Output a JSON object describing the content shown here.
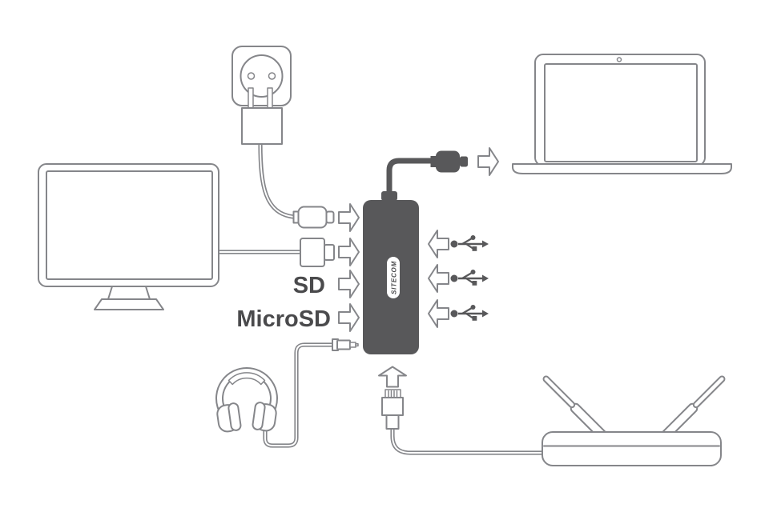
{
  "diagram": {
    "labels": {
      "sd": "SD",
      "microsd": "MicroSD",
      "brand": "SITECOM"
    },
    "colors": {
      "background": "#ffffff",
      "outline": "#85868a",
      "dark_fill": "#58585a",
      "label_text": "#4a4a4c"
    },
    "icons": [
      "monitor-icon",
      "wall-socket-icon",
      "power-adapter-icon",
      "laptop-icon",
      "usb-hub-icon",
      "usb-c-plug-icon",
      "video-plug-icon",
      "sd-slot-arrow-icon",
      "microsd-slot-arrow-icon",
      "usb-symbol-icon",
      "audio-jack-icon",
      "headphones-icon",
      "ethernet-plug-icon",
      "router-icon",
      "arrow-icon"
    ]
  }
}
